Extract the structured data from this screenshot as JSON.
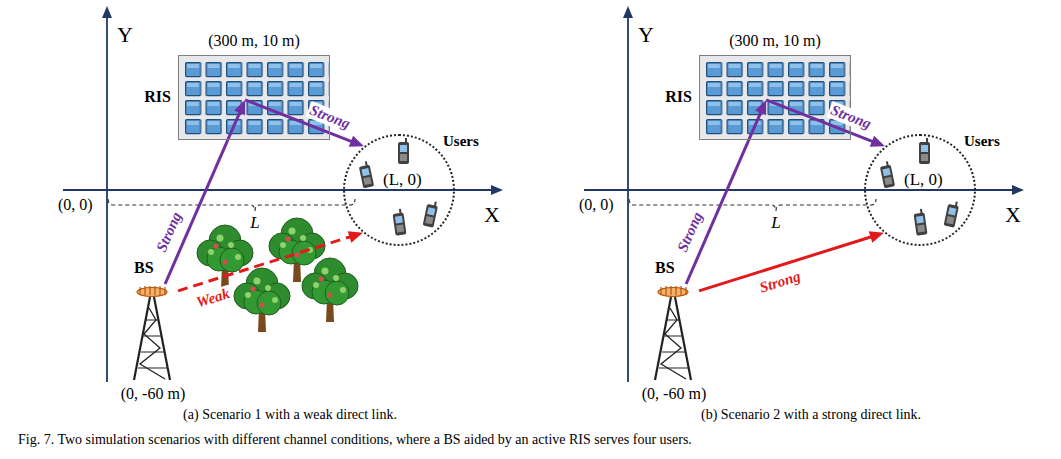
{
  "diagram": {
    "caption": "Fig. 7. Two simulation scenarios with different channel conditions, where a BS aided by an active RIS serves four users.",
    "nodes": [
      {
        "text": [
          "(300 m, 10 m)",
          "RIS"
        ]
      },
      {
        "text": [
          "Users",
          "(L, 0)"
        ]
      },
      {
        "text": [
          "BS",
          "(0, -60 m)"
        ]
      },
      {
        "text": [
          "(300 m, 10 m)",
          "RIS"
        ]
      },
      {
        "text": [
          "Users",
          "(L, 0)"
        ]
      },
      {
        "text": [
          "BS",
          "(0, -60 m)"
        ]
      }
    ],
    "edges": [
      {
        "from": 2,
        "to": 0,
        "arrow": "to",
        "label": "Strong"
      },
      {
        "from": 0,
        "to": 1,
        "arrow": "to",
        "label": "Strong"
      },
      {
        "from": 2,
        "to": 1,
        "arrow": "to",
        "label": "Weak"
      },
      {
        "from": 5,
        "to": 3,
        "arrow": "to",
        "label": "Strong"
      },
      {
        "from": 3,
        "to": 4,
        "arrow": "to",
        "label": "Strong"
      },
      {
        "from": 5,
        "to": 4,
        "arrow": "to",
        "label": "Strong"
      }
    ],
    "labels": [
      "Y",
      "(0, 0)",
      "L",
      "X",
      "(a) Scenario 1 with a weak direct link.",
      "Y",
      "(0, 0)",
      "L",
      "X",
      "(b) Scenario 2 with a strong direct link."
    ]
  }
}
